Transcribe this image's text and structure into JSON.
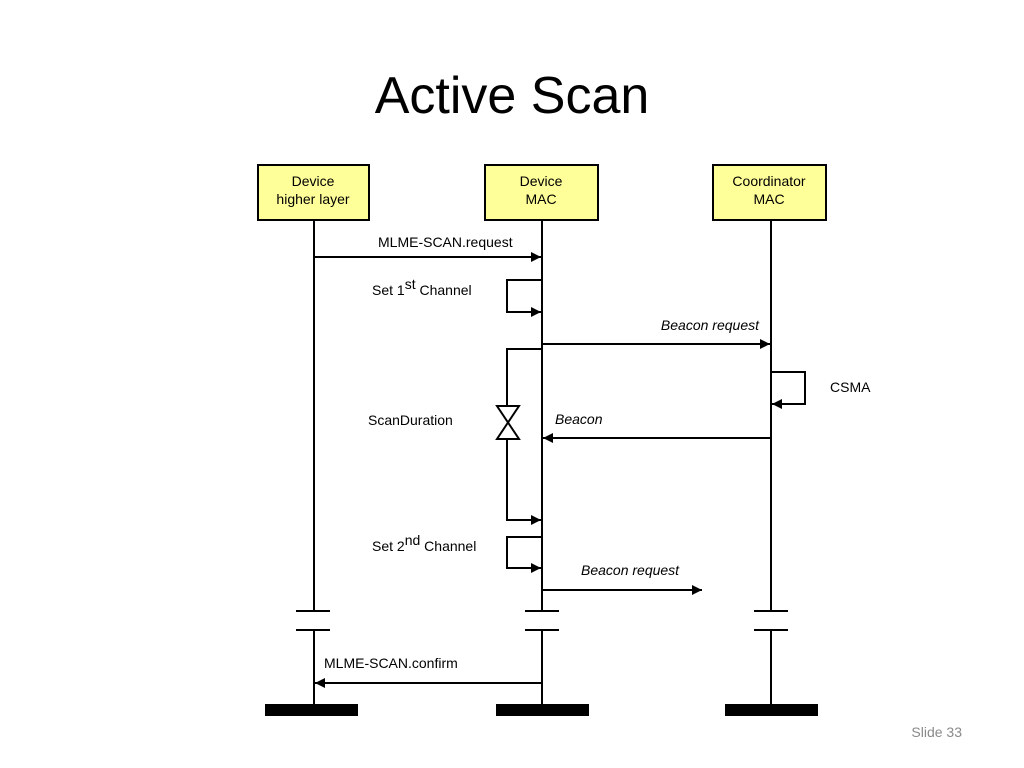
{
  "slide": {
    "title": "Active Scan",
    "number_label": "Slide 33"
  },
  "colors": {
    "box_fill": "#FFFF99",
    "line": "#000000"
  },
  "diagram": {
    "participants": [
      {
        "line1": "Device",
        "line2": "higher layer"
      },
      {
        "line1": "Device",
        "line2": "MAC"
      },
      {
        "line1": "Coordinator",
        "line2": "MAC"
      }
    ],
    "messages": {
      "scan_request": "MLME-SCAN.request",
      "set_first_channel": {
        "prefix": "Set 1",
        "sup": "st",
        "suffix": " Channel"
      },
      "beacon_request_1": "Beacon request",
      "csma": "CSMA",
      "scan_duration": "ScanDuration",
      "beacon": "Beacon",
      "set_second_channel": {
        "prefix": "Set 2",
        "sup": "nd",
        "suffix": " Channel"
      },
      "beacon_request_2": "Beacon request",
      "scan_confirm": "MLME-SCAN.confirm"
    }
  }
}
